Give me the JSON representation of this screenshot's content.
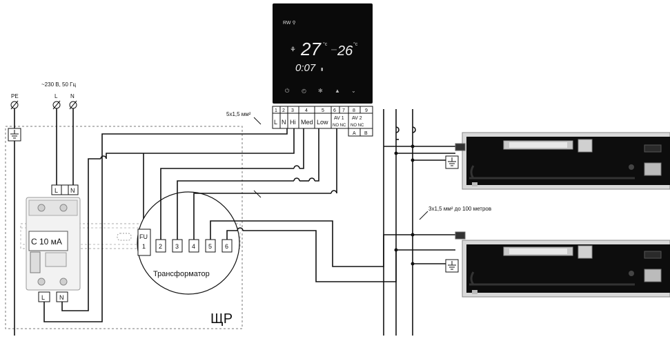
{
  "supply": {
    "label": "~230 В, 50 Гц",
    "pe": "PE",
    "l": "L",
    "n": "N"
  },
  "cable_top": "5х1,5 мм²",
  "cable_side": "3х1,5 мм² до 100 метров",
  "panel_label": "ЩР",
  "rcd": {
    "top_l": "L",
    "top_n": "N",
    "rating": "С 10 мА",
    "bot_l": "L",
    "bot_n": "N"
  },
  "transformer": {
    "label": "Трансформатор",
    "fu_top": "FU",
    "fu_bottom": "1",
    "terminals": [
      "2",
      "3",
      "4",
      "5",
      "6"
    ]
  },
  "thermostat": {
    "status": "RW ⚲",
    "set_temp": "27",
    "room_temp": "26",
    "unit": "°c",
    "time": "0:07",
    "icons": [
      "power-icon",
      "clock-icon",
      "fan-icon",
      "up-icon",
      "down-icon"
    ]
  },
  "terminal_strip": {
    "numbers": [
      "1",
      "2",
      "3",
      "4",
      "5",
      "6",
      "7",
      "8",
      "9"
    ],
    "labels": [
      "L",
      "N",
      "Hi",
      "Med",
      "Low",
      "AV 1",
      "AV 2"
    ],
    "sub_labels": [
      "NO NC",
      "NO NC"
    ],
    "bottom": [
      "A",
      "B"
    ]
  },
  "colors": {
    "wire": "#111111",
    "convector_body": "#0d0d0d",
    "frame": "#8a8a8a"
  }
}
